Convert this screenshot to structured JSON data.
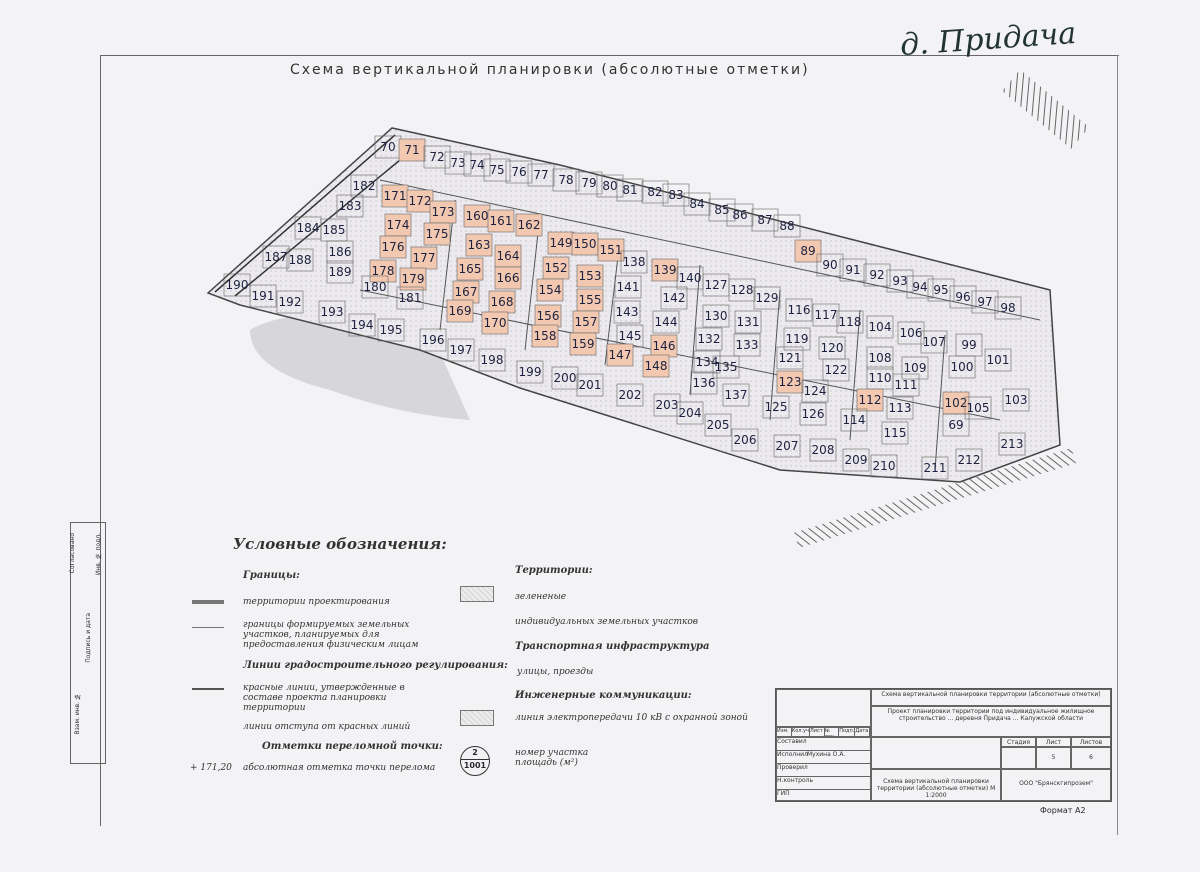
{
  "title": "Схема вертикальной планировки (абсолютные отметки)",
  "handwritten_note": "д. Придача",
  "colors": {
    "highlight_plot": "#f2c9b0",
    "paper": "#f3f2f4",
    "ink": "#1d2140"
  },
  "plots": [
    {
      "n": "70"
    },
    {
      "n": "71",
      "hl": true
    },
    {
      "n": "72"
    },
    {
      "n": "73"
    },
    {
      "n": "74"
    },
    {
      "n": "75"
    },
    {
      "n": "76"
    },
    {
      "n": "77"
    },
    {
      "n": "78"
    },
    {
      "n": "79"
    },
    {
      "n": "80"
    },
    {
      "n": "81"
    },
    {
      "n": "82"
    },
    {
      "n": "83"
    },
    {
      "n": "84"
    },
    {
      "n": "85"
    },
    {
      "n": "86"
    },
    {
      "n": "87"
    },
    {
      "n": "88"
    },
    {
      "n": "89",
      "hl": true
    },
    {
      "n": "90"
    },
    {
      "n": "91"
    },
    {
      "n": "92"
    },
    {
      "n": "93"
    },
    {
      "n": "94"
    },
    {
      "n": "95"
    },
    {
      "n": "96"
    },
    {
      "n": "97"
    },
    {
      "n": "98"
    },
    {
      "n": "182"
    },
    {
      "n": "183"
    },
    {
      "n": "184"
    },
    {
      "n": "185"
    },
    {
      "n": "186"
    },
    {
      "n": "187"
    },
    {
      "n": "188"
    },
    {
      "n": "189"
    },
    {
      "n": "190"
    },
    {
      "n": "191"
    },
    {
      "n": "192"
    },
    {
      "n": "193"
    },
    {
      "n": "194"
    },
    {
      "n": "195"
    },
    {
      "n": "196"
    },
    {
      "n": "197"
    },
    {
      "n": "198"
    },
    {
      "n": "199"
    },
    {
      "n": "200"
    },
    {
      "n": "201"
    },
    {
      "n": "202"
    },
    {
      "n": "203"
    },
    {
      "n": "204"
    },
    {
      "n": "205"
    },
    {
      "n": "206"
    },
    {
      "n": "207"
    },
    {
      "n": "208"
    },
    {
      "n": "209"
    },
    {
      "n": "210"
    },
    {
      "n": "211"
    },
    {
      "n": "212"
    },
    {
      "n": "213"
    },
    {
      "n": "171",
      "hl": true
    },
    {
      "n": "172",
      "hl": true
    },
    {
      "n": "173",
      "hl": true
    },
    {
      "n": "174",
      "hl": true
    },
    {
      "n": "175",
      "hl": true
    },
    {
      "n": "176",
      "hl": true
    },
    {
      "n": "177",
      "hl": true
    },
    {
      "n": "178",
      "hl": true
    },
    {
      "n": "179",
      "hl": true
    },
    {
      "n": "180"
    },
    {
      "n": "181"
    },
    {
      "n": "160",
      "hl": true
    },
    {
      "n": "161",
      "hl": true
    },
    {
      "n": "162",
      "hl": true
    },
    {
      "n": "163",
      "hl": true
    },
    {
      "n": "164",
      "hl": true
    },
    {
      "n": "165",
      "hl": true
    },
    {
      "n": "166",
      "hl": true
    },
    {
      "n": "167",
      "hl": true
    },
    {
      "n": "168",
      "hl": true
    },
    {
      "n": "169",
      "hl": true
    },
    {
      "n": "170",
      "hl": true
    },
    {
      "n": "149",
      "hl": true
    },
    {
      "n": "150",
      "hl": true
    },
    {
      "n": "151",
      "hl": true
    },
    {
      "n": "152",
      "hl": true
    },
    {
      "n": "153",
      "hl": true
    },
    {
      "n": "154",
      "hl": true
    },
    {
      "n": "155",
      "hl": true
    },
    {
      "n": "156",
      "hl": true
    },
    {
      "n": "157",
      "hl": true
    },
    {
      "n": "158",
      "hl": true
    },
    {
      "n": "159",
      "hl": true
    },
    {
      "n": "138"
    },
    {
      "n": "139",
      "hl": true
    },
    {
      "n": "140"
    },
    {
      "n": "141"
    },
    {
      "n": "142"
    },
    {
      "n": "143"
    },
    {
      "n": "144"
    },
    {
      "n": "145"
    },
    {
      "n": "146",
      "hl": true
    },
    {
      "n": "147",
      "hl": true
    },
    {
      "n": "148",
      "hl": true
    },
    {
      "n": "127"
    },
    {
      "n": "128"
    },
    {
      "n": "129"
    },
    {
      "n": "130"
    },
    {
      "n": "131"
    },
    {
      "n": "132"
    },
    {
      "n": "133"
    },
    {
      "n": "134"
    },
    {
      "n": "135"
    },
    {
      "n": "136"
    },
    {
      "n": "137"
    },
    {
      "n": "116"
    },
    {
      "n": "117"
    },
    {
      "n": "118"
    },
    {
      "n": "119"
    },
    {
      "n": "120"
    },
    {
      "n": "121"
    },
    {
      "n": "122"
    },
    {
      "n": "123",
      "hl": true
    },
    {
      "n": "124"
    },
    {
      "n": "125"
    },
    {
      "n": "126"
    },
    {
      "n": "104"
    },
    {
      "n": "106"
    },
    {
      "n": "107"
    },
    {
      "n": "108"
    },
    {
      "n": "109"
    },
    {
      "n": "110"
    },
    {
      "n": "111"
    },
    {
      "n": "112",
      "hl": true
    },
    {
      "n": "113"
    },
    {
      "n": "114"
    },
    {
      "n": "115"
    },
    {
      "n": "99"
    },
    {
      "n": "100"
    },
    {
      "n": "101"
    },
    {
      "n": "102",
      "hl": true
    },
    {
      "n": "103"
    },
    {
      "n": "105"
    },
    {
      "n": "69"
    }
  ],
  "legend": {
    "title": "Условные обозначения:",
    "boundaries_heading": "Границы:",
    "territory_design": "территории проектирования",
    "plot_boundaries": "границы формируемых земельных участков, планируемых для предоставления физическим лицам",
    "regulation_heading": "Линии градостроительного регулирования:",
    "red_lines": "красные линии, утвержденные в составе проекта планировки территории",
    "setback_lines": "линии отступа от красных линий",
    "breakpoints_heading": "Отметки переломной точки:",
    "breakpoint_sample": "171,20",
    "breakpoint_desc": "абсолютная отметка точки перелома",
    "territories_heading": "Территории:",
    "green": "зелененые",
    "individual_plots": "индивидуальных земельных участков",
    "transport_heading": "Транспортная инфраструктура",
    "streets": "улицы, проезды",
    "utilities_heading": "Инженерные коммуникации:",
    "power_line": "линия электропередачи 10 кВ с охранной зоной",
    "plot_symbol_top": "2",
    "plot_symbol_bottom": "1001",
    "plot_symbol_desc": "номер участка площадь (м²)"
  },
  "stamp": {
    "a": "Взам. инв. №",
    "b": "Подпись и дата",
    "c": "Инв. № подл.",
    "d": "Согласовано"
  },
  "title_block": {
    "cols": [
      "Изм.",
      "Кол.уч",
      "Лист",
      "№ док.",
      "Подп.",
      "Дата"
    ],
    "roles": [
      "Составил",
      "Исполнил",
      "Проверил",
      "Н.контроль",
      "ГИП"
    ],
    "executor": "Мухина О.А.",
    "sheet_title": "Схема вертикальной планировки территории (абсолютные отметки)",
    "project": "Проект планировки территории под индивидуальное жилищное строительство ... деревня Придача ... Калужской области",
    "stage_label": "Стадия",
    "sheet_label": "Лист",
    "sheets_label": "Листов",
    "sheet_no": "5",
    "sheets_total": "6",
    "drawing_name": "Схема вертикальной планировки территории (абсолютные отметки) М 1:2000",
    "company": "ООО \"Брянскгипрозем\"",
    "format": "Формат А2"
  }
}
